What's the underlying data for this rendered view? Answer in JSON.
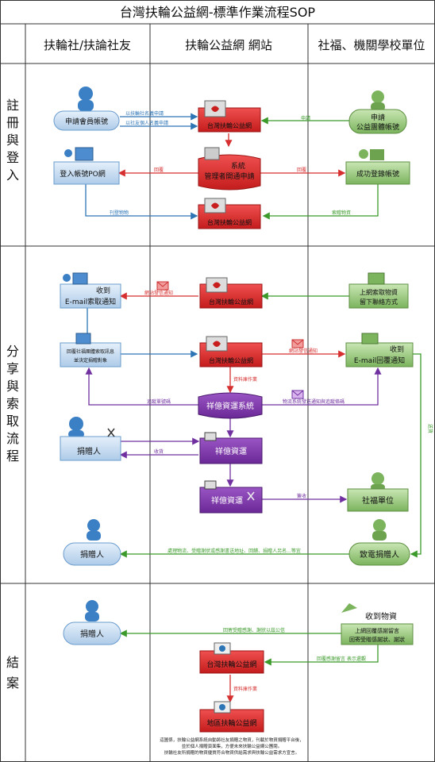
{
  "title": "台灣扶輪公益網-標準作業流程SOP",
  "columns": {
    "left": "扶輪社/扶論社友",
    "middle": "扶輪公益網 網站",
    "right": "社福、機關學校單位"
  },
  "rows": {
    "register": [
      "註",
      "冊",
      "與",
      "登",
      "入"
    ],
    "share": [
      "分",
      "享",
      "與",
      "索",
      "取",
      "流",
      "程"
    ],
    "close": [
      "結",
      "案"
    ]
  },
  "nodes": {
    "apply_member": "申請會員帳號",
    "site1": "台灣扶輪公益網",
    "apply_group_l1": "申請",
    "apply_group_l2": "公益團體帳號",
    "login_po_l1": "登入帳號PO",
    "login_po_l2": "網",
    "system_l1": "系統",
    "system_l2": "管理者開通申請",
    "reg_ok": "成功登錄帳號",
    "site2": "台灣扶輪公益網",
    "email_req_l1": "收到",
    "email_req_l2": "E-mail索取通知",
    "site3": "台灣扶輪公益網",
    "post_req_l1": "上網索取物資",
    "post_req_l2": "留下聯絡方式",
    "reply_l1": "回覆社福團體索取訊息",
    "reply_l2": "並決定捐贈對象",
    "site4": "台灣扶輪公益網",
    "email_reply_l1": "收到",
    "email_reply_l2": "E-mail回覆通知",
    "xiangyi_sys": "祥億資運系統",
    "donor1": "捐贈人",
    "xiangyi_ship1": "祥億資運",
    "xiangyi_ship2": "祥億資運",
    "welfare_unit": "社福單位",
    "donor2": "捐贈人",
    "thank_call": "致電捐贈人",
    "donor3": "捐贈人",
    "got_goods": "收到物資",
    "upload_l1": "上網回覆感謝留言",
    "upload_l2": "回寄受贈感謝狀、謝狀",
    "site5": "台灣扶輪公益網",
    "site6": "地區扶輪公益網"
  },
  "labels": {
    "club_apply": "以扶輪社名義申請",
    "member_apply": "以社友個人名義申請",
    "apply": "申請",
    "notify1": "回覆",
    "notify2": "回覆",
    "post_goods": "刊登物物",
    "goods_info": "索贈物資",
    "email_notice1": "網站發信通知",
    "email_notice2": "網站發信通知",
    "data_op1": "資料庫作業",
    "tracking": "追蹤單號碼",
    "sys_notify": "物流系統發送通知與追蹤條碼",
    "ship": "收貨",
    "deliver": "送貨",
    "sign": "簽收",
    "thanks_msg": "處理物流、受贈謝狀或感謝書送地址、回饋、捐贈人另名...等宜",
    "reply_thanks": "回寄受贈感謝、謝狀以茲公信",
    "thanks_board": "回覆感謝留言 表示還觀",
    "data_op2": "資料庫作業",
    "note_l1": "這圖係，扶輪公益網系統自動將社友捐贈之物資，刊載於物資捐贈平台後，",
    "note_l2": "並於個人捐贈頁面集，方便未來扶輪公益網公團閱。",
    "note_l3": "扶輪社友所捐贈的物資優質符合物資供給需求與扶輪公益需求方宣言。"
  },
  "colors": {
    "blue": "#2e75b6",
    "red": "#d62f2f",
    "green": "#3c9a2b",
    "purple": "#7030a0",
    "box_blue": "#bdd7ee",
    "box_green": "#92c47a",
    "box_red": "#e02a2a",
    "box_purple": "#7b3aa0"
  }
}
